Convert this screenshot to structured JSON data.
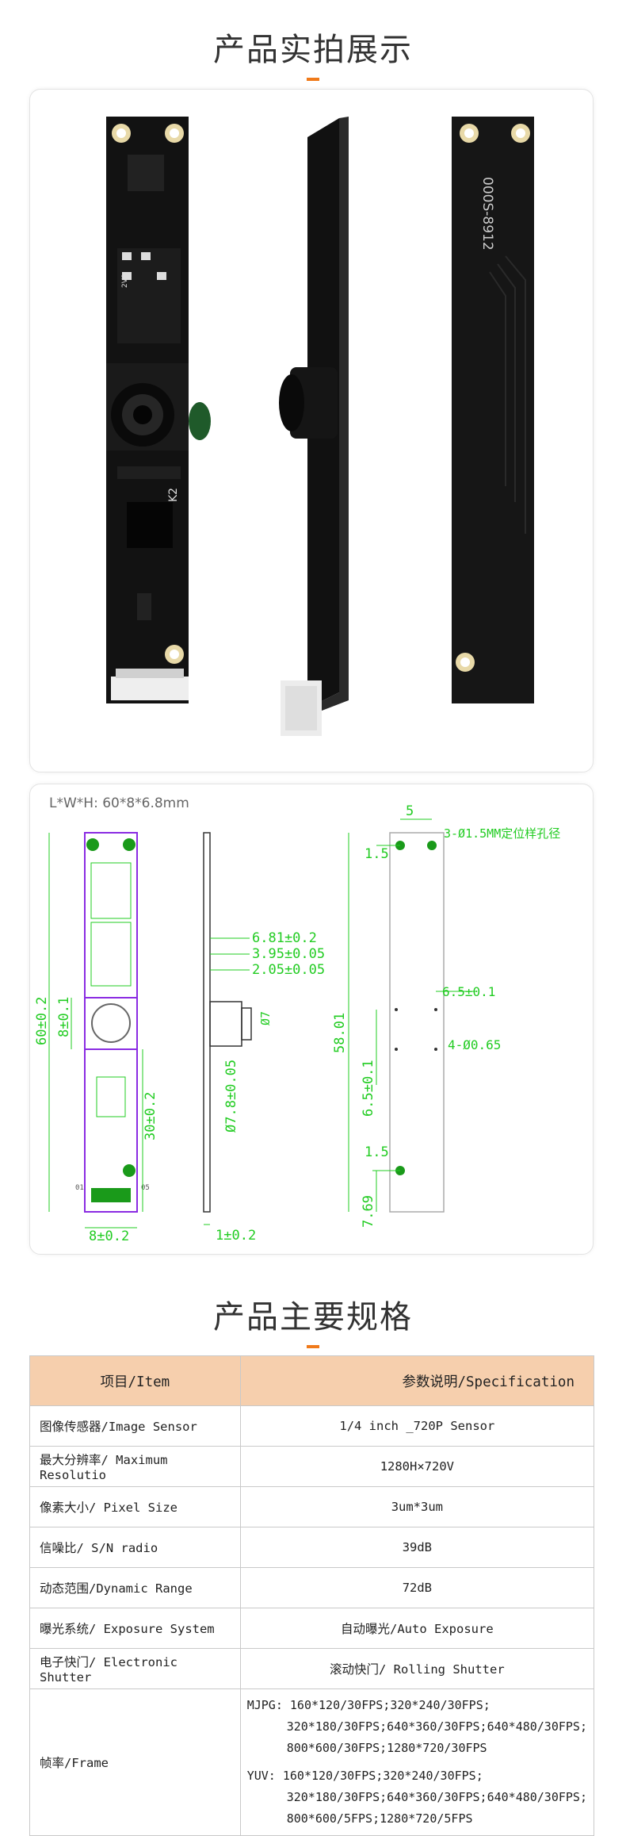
{
  "section_photo": {
    "title": "产品实拍展示"
  },
  "board_front": {
    "silk_k2": "K2",
    "silk_2v8": "2V8"
  },
  "board_back": {
    "silk_code": "000S-8912"
  },
  "dimension": {
    "label": "L*W*H: 60*8*6.8mm",
    "top_width": "5",
    "hole_note": "3-Ø1.5MM定位样孔径",
    "top_offset": "1.5",
    "h1": "6.81±0.2",
    "h2": "3.95±0.05",
    "h3": "2.05±0.05",
    "lens_d": "Ø7",
    "lens_outer": "Ø7.8±0.05",
    "length_total": "60±0.2",
    "lens_pos": "8±0.1",
    "bottom_part": "30±0.2",
    "width_front": "8±0.2",
    "thickness": "1±0.2",
    "side_total": "58.01",
    "pin_spacing_h": "6.5±0.1",
    "pin_spacing_v": "6.5±0.1",
    "pin_holes": "4-Ø0.65",
    "bottom_offset": "1.5",
    "bottom_dist": "7.69",
    "pin_01": "01",
    "pin_05": "05"
  },
  "section_spec": {
    "title": "产品主要规格"
  },
  "spec": {
    "header": {
      "item": "项目/Item",
      "desc": "参数说明/Specification"
    },
    "rows": [
      {
        "item": "图像传感器/Image Sensor",
        "value": "1/4 inch _720P Sensor"
      },
      {
        "item": "最大分辨率/ Maximum Resolutio",
        "value": "1280H×720V"
      },
      {
        "item": "像素大小/ Pixel Size",
        "value": "3um*3um"
      },
      {
        "item": "信噪比/ S/N radio",
        "value": "39dB"
      },
      {
        "item": "动态范围/Dynamic Range",
        "value": "72dB"
      },
      {
        "item": "曝光系统/ Exposure System",
        "value": "自动曝光/Auto Exposure"
      },
      {
        "item": "电子快门/ Electronic Shutter",
        "value": "滚动快门/ Rolling Shutter"
      }
    ],
    "frame": {
      "item": "帧率/Frame",
      "mjpg": "MJPG: 160*120/30FPS;320*240/30FPS; 320*180/30FPS;640*360/30FPS;640*480/30FPS; 800*600/30FPS;1280*720/30FPS",
      "yuv": "YUV: 160*120/30FPS;320*240/30FPS; 320*180/30FPS;640*360/30FPS;640*480/30FPS; 800*600/5FPS;1280*720/5FPS"
    }
  },
  "colors": {
    "accent": "#f07a1a",
    "dim_green": "#22cc22",
    "pcb_purple": "#8a2be2",
    "table_header": "#f6cfad"
  }
}
